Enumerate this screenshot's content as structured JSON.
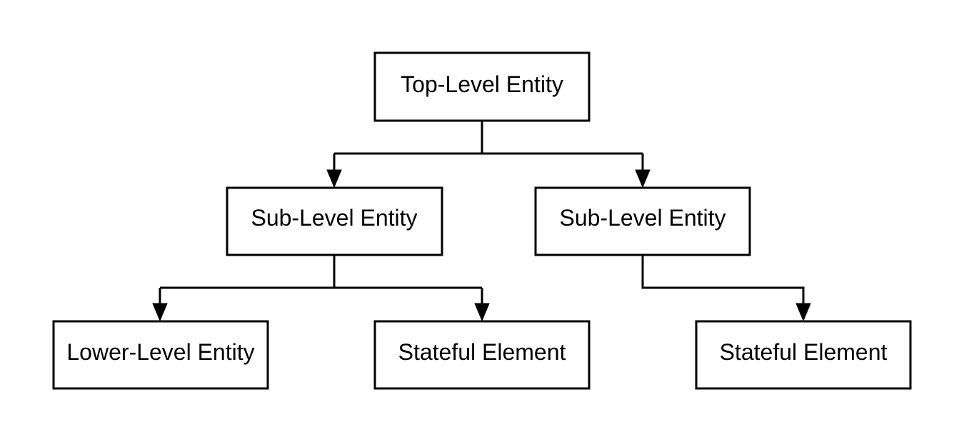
{
  "diagram": {
    "nodes": {
      "top": {
        "label": "Top-Level Entity"
      },
      "sub_left": {
        "label": "Sub-Level Entity"
      },
      "sub_right": {
        "label": "Sub-Level Entity"
      },
      "lower_left": {
        "label": "Lower-Level Entity"
      },
      "stateful_middle": {
        "label": "Stateful Element"
      },
      "stateful_right": {
        "label": "Stateful Element"
      }
    },
    "edges": [
      {
        "from": "top",
        "to": "sub_left"
      },
      {
        "from": "top",
        "to": "sub_right"
      },
      {
        "from": "sub_left",
        "to": "lower_left"
      },
      {
        "from": "sub_left",
        "to": "stateful_middle"
      },
      {
        "from": "sub_right",
        "to": "stateful_right"
      }
    ],
    "colors": {
      "stroke": "#000000",
      "fill": "#ffffff",
      "text": "#000000"
    }
  }
}
